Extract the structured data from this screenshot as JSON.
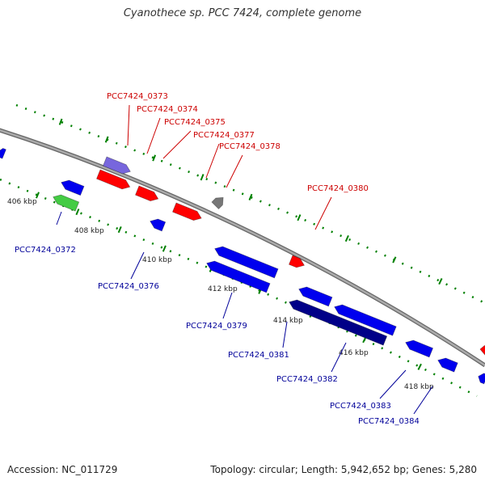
{
  "title": "Cyanothece sp. PCC 7424, complete genome",
  "footer": {
    "accession": "Accession: NC_011729",
    "summary": "Topology: circular; Length: 5,942,652 bp; Genes: 5,280"
  },
  "colors": {
    "forward_label": "#cc0000",
    "reverse_label": "#000099",
    "backbone": "#888888",
    "tick": "#008000"
  },
  "ruler": [
    {
      "label": "406 kbp",
      "name": "ruler-label-406"
    },
    {
      "label": "408 kbp",
      "name": "ruler-label-408"
    },
    {
      "label": "410 kbp",
      "name": "ruler-label-410"
    },
    {
      "label": "412 kbp",
      "name": "ruler-label-412"
    },
    {
      "label": "414 kbp",
      "name": "ruler-label-414"
    },
    {
      "label": "416 kbp",
      "name": "ruler-label-416"
    },
    {
      "label": "418 kbp",
      "name": "ruler-label-418"
    }
  ],
  "genes": [
    {
      "id": "PCC7424_0372",
      "strand": "reverse",
      "color": "#44cc44"
    },
    {
      "id": "PCC7424_0373",
      "strand": "forward",
      "color": "#7766dd"
    },
    {
      "id": "PCC7424_0374",
      "strand": "forward",
      "color": "#ff0000"
    },
    {
      "id": "PCC7424_0375",
      "strand": "forward",
      "color": "#ff0000"
    },
    {
      "id": "PCC7424_0376",
      "strand": "reverse",
      "color": "#0000ee"
    },
    {
      "id": "PCC7424_0377",
      "strand": "forward",
      "color": "#ff0000"
    },
    {
      "id": "PCC7424_0378",
      "strand": "forward",
      "color": "#777777"
    },
    {
      "id": "PCC7424_0379",
      "strand": "reverse",
      "color": "#0000ee"
    },
    {
      "id": "PCC7424_0380",
      "strand": "forward",
      "color": "#ff0000"
    },
    {
      "id": "PCC7424_0381",
      "strand": "reverse",
      "color": "#0000ee"
    },
    {
      "id": "PCC7424_0382",
      "strand": "reverse",
      "color": "#000088"
    },
    {
      "id": "PCC7424_0383",
      "strand": "reverse",
      "color": "#0000ee"
    },
    {
      "id": "PCC7424_0384",
      "strand": "reverse",
      "color": "#0000ee"
    }
  ]
}
